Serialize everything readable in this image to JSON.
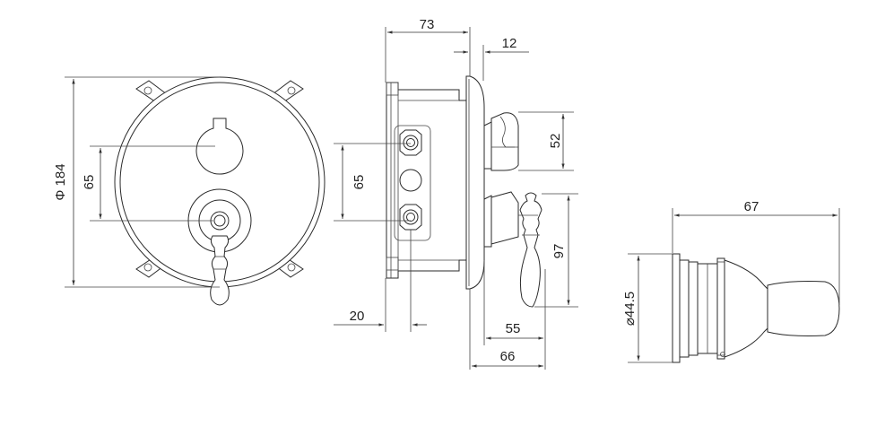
{
  "dimensions": {
    "front_diameter": "Φ 184",
    "front_spacing": "65",
    "side_depth": "73",
    "side_plate": "12",
    "side_spacing": "65",
    "side_offset": "20",
    "knob_height": "52",
    "lever_height": "97",
    "lever_projection": "55",
    "total_projection": "66",
    "handle_length": "67",
    "handle_diameter": "⌀44.5"
  }
}
